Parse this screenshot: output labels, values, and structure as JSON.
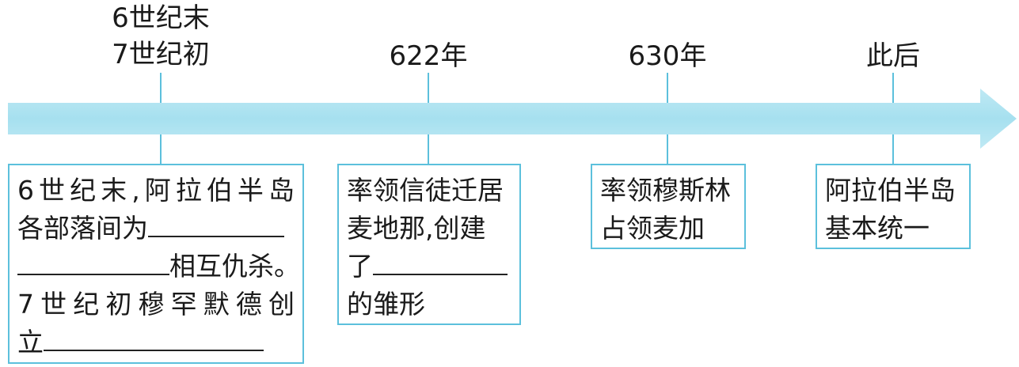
{
  "timeline": {
    "events": [
      {
        "time_lines": [
          "6世纪末",
          "7世纪初"
        ],
        "box": {
          "before_blank_1": "6世纪末,阿拉伯半岛",
          "line2_prefix": "各部落间为",
          "after_blank_1": "相互仇杀。",
          "line4": "7世纪初穆罕默德创",
          "line5_prefix": "立"
        }
      },
      {
        "time_lines": [
          "622年"
        ],
        "box": {
          "line1": "率领信徒迁居",
          "line2": "麦地那,创建",
          "line3_prefix": "了",
          "line4": "的雏形"
        }
      },
      {
        "time_lines": [
          "630年"
        ],
        "box": {
          "line1": "率领穆斯林",
          "line2": "占领麦加"
        }
      },
      {
        "time_lines": [
          "此后"
        ],
        "box": {
          "line1": "阿拉伯半岛",
          "line2": "基本统一"
        }
      }
    ]
  },
  "colors": {
    "accent": "#5cc0dc",
    "arrow_fill": "#a6e0ef"
  }
}
